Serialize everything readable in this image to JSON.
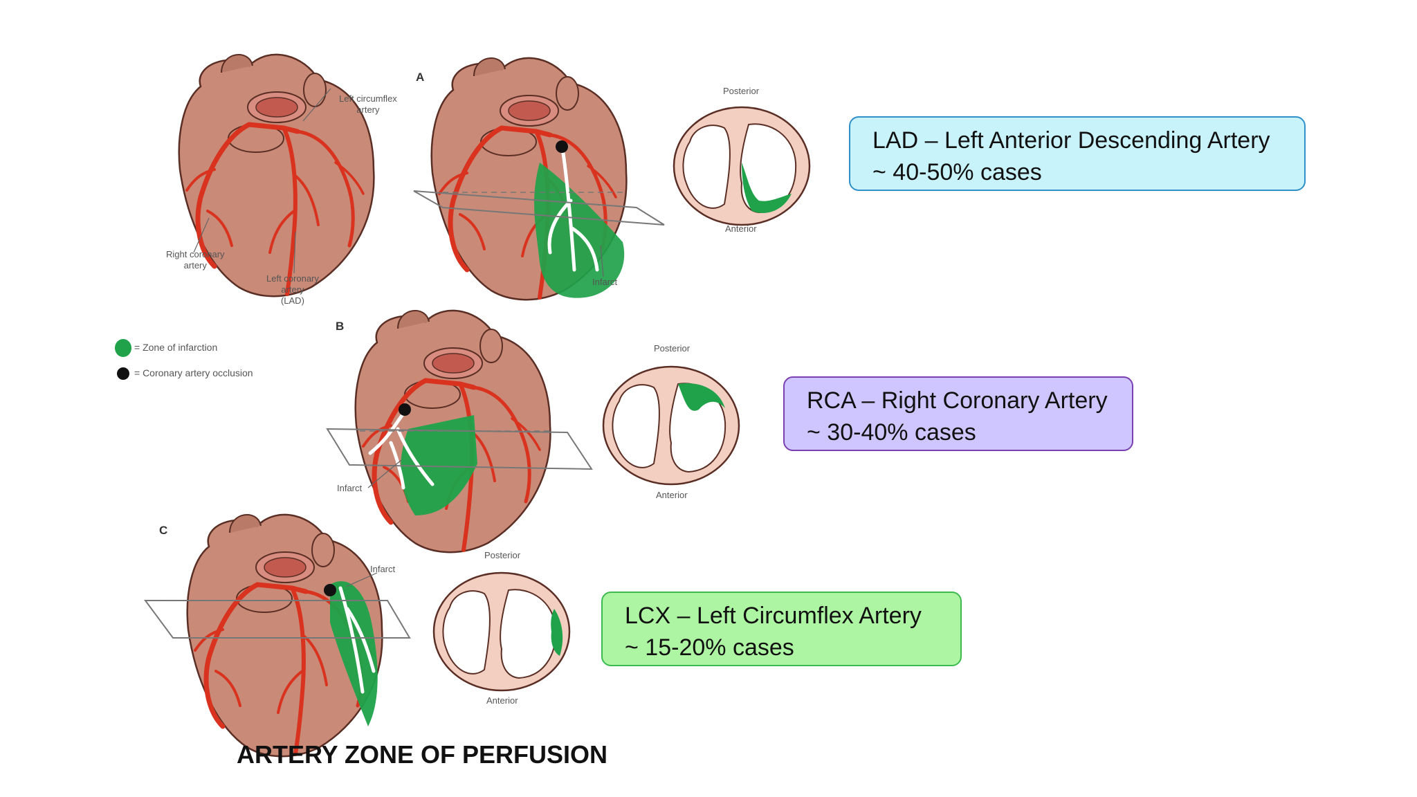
{
  "panels": {
    "a": "A",
    "b": "B",
    "c": "C"
  },
  "labels": {
    "left_circumflex": [
      "Left circumflex",
      "artery"
    ],
    "right_coronary": [
      "Right coronary",
      "artery"
    ],
    "left_coronary_lad": [
      "Left coronary",
      "artery",
      "(LAD)"
    ],
    "infarct": "Infarct",
    "posterior": "Posterior",
    "anterior": "Anterior"
  },
  "legend": {
    "zone": "= Zone of infarction",
    "occlusion": "= Coronary artery occlusion"
  },
  "callouts": {
    "lad": {
      "title": "LAD – Left Anterior Descending Artery",
      "cases": "~ 40-50% cases"
    },
    "rca": {
      "title": "RCA – Right Coronary Artery",
      "cases": "~ 30-40% cases"
    },
    "lcx": {
      "title": "LCX – Left Circumflex Artery",
      "cases": "~ 15-20% cases"
    }
  },
  "caption": "ARTERY ZONE OF PERFUSION",
  "colors": {
    "heart": "#c98a78",
    "artery": "#d9321f",
    "infarct": "#1fa24a",
    "occlusion": "#111111",
    "section": "#f3cfc2",
    "lad_box": "#c9f3fb",
    "rca_box": "#cfc6ff",
    "lcx_box": "#aef5a3"
  }
}
